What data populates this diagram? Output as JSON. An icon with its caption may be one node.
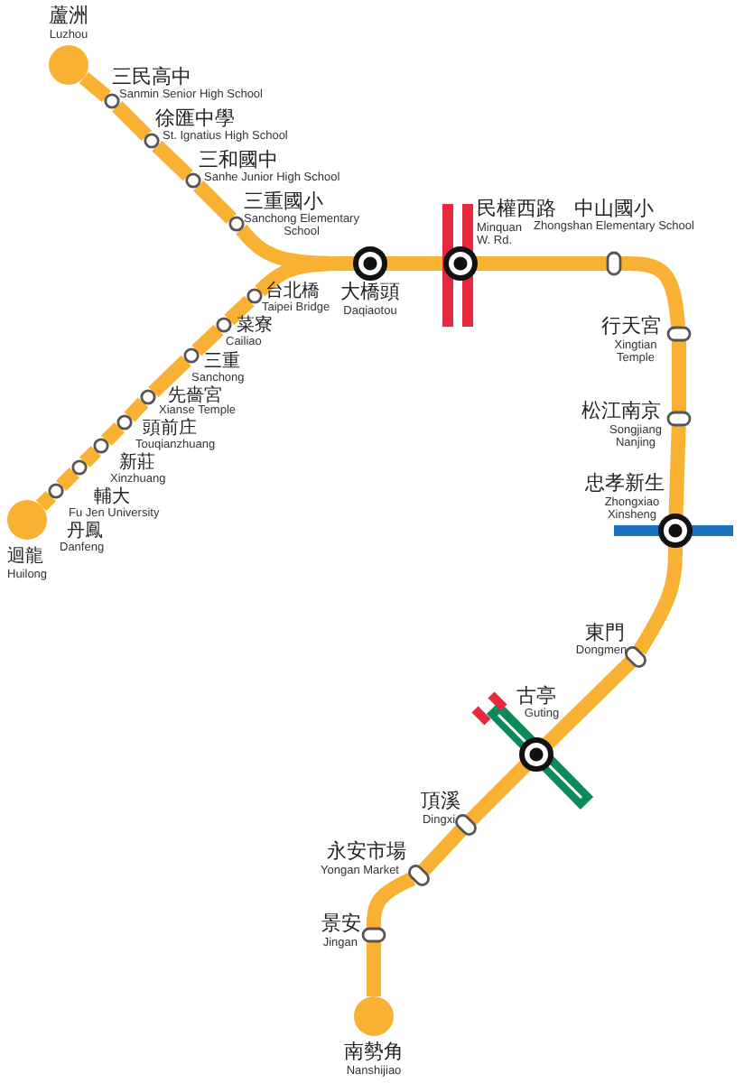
{
  "diagram": {
    "nodes": [
      {
        "text": [],
        "shape": "dot",
        "beside": [
          "蘆洲",
          "Luzhou"
        ]
      },
      {
        "text": [],
        "shape": "circle",
        "beside": [
          "三民高中",
          "Sanmin Senior High School"
        ]
      },
      {
        "text": [],
        "shape": "circle",
        "beside": [
          "徐匯中學",
          "St. Ignatius High School"
        ]
      },
      {
        "text": [],
        "shape": "circle",
        "beside": [
          "三和國中",
          "Sanhe Junior High School"
        ]
      },
      {
        "text": [],
        "shape": "circle",
        "beside": [
          "三重國小",
          "Sanchong Elementary School"
        ]
      },
      {
        "text": [],
        "shape": "ring",
        "beside": [
          "大橋頭",
          "Daqiaotou"
        ]
      },
      {
        "text": [],
        "shape": "ring",
        "beside": [
          "民權西路",
          "Minquan W. Rd."
        ]
      },
      {
        "text": [],
        "shape": "box",
        "beside": [
          "中山國小",
          "Zhongshan Elementary School"
        ]
      },
      {
        "text": [],
        "shape": "box",
        "beside": [
          "行天宮",
          "Xingtian Temple"
        ]
      },
      {
        "text": [],
        "shape": "box",
        "beside": [
          "松江南京",
          "Songjiang Nanjing"
        ]
      },
      {
        "text": [],
        "shape": "ring",
        "beside": [
          "忠孝新生",
          "Zhongxiao Xinsheng"
        ]
      },
      {
        "text": [],
        "shape": "box",
        "beside": [
          "東門",
          "Dongmen"
        ]
      },
      {
        "text": [],
        "shape": "ring",
        "beside": [
          "古亭",
          "Guting"
        ]
      },
      {
        "text": [],
        "shape": "box",
        "beside": [
          "頂溪",
          "Dingxi"
        ]
      },
      {
        "text": [],
        "shape": "box",
        "beside": [
          "永安市場",
          "Yongan Market"
        ]
      },
      {
        "text": [],
        "shape": "box",
        "beside": [
          "景安",
          "Jingan"
        ]
      },
      {
        "text": [],
        "shape": "dot",
        "beside": [
          "南勢角",
          "Nanshijiao"
        ]
      },
      {
        "text": [],
        "shape": "circle",
        "beside": [
          "台北橋",
          "Taipei Bridge"
        ]
      },
      {
        "text": [],
        "shape": "circle",
        "beside": [
          "菜寮",
          "Cailiao"
        ]
      },
      {
        "text": [],
        "shape": "circle",
        "beside": [
          "三重",
          "Sanchong"
        ]
      },
      {
        "text": [],
        "shape": "circle",
        "beside": [
          "先嗇宮",
          "Xianse Temple"
        ]
      },
      {
        "text": [],
        "shape": "circle",
        "beside": [
          "頭前庄",
          "Touqianzhuang"
        ]
      },
      {
        "text": [],
        "shape": "circle",
        "beside": [
          "新莊",
          "Xinzhuang"
        ]
      },
      {
        "text": [],
        "shape": "circle",
        "beside": [
          "輔大",
          "Fu Jen University"
        ]
      },
      {
        "text": [],
        "shape": "circle",
        "beside": [
          "丹鳳",
          "Danfeng"
        ]
      },
      {
        "text": [],
        "shape": "dot",
        "beside": [
          "迴龍",
          "Huilong"
        ]
      }
    ],
    "edges": [
      {
        "from": 0,
        "to": 1,
        "arrow": "none"
      },
      {
        "from": 1,
        "to": 2,
        "arrow": "none"
      },
      {
        "from": 2,
        "to": 3,
        "arrow": "none"
      },
      {
        "from": 3,
        "to": 4,
        "arrow": "none"
      },
      {
        "from": 4,
        "to": 5,
        "arrow": "none"
      },
      {
        "from": 5,
        "to": 6,
        "arrow": "none"
      },
      {
        "from": 6,
        "to": 7,
        "arrow": "none"
      },
      {
        "from": 7,
        "to": 8,
        "arrow": "none"
      },
      {
        "from": 8,
        "to": 9,
        "arrow": "none"
      },
      {
        "from": 9,
        "to": 10,
        "arrow": "none"
      },
      {
        "from": 10,
        "to": 11,
        "arrow": "none"
      },
      {
        "from": 11,
        "to": 12,
        "arrow": "none"
      },
      {
        "from": 12,
        "to": 13,
        "arrow": "none"
      },
      {
        "from": 13,
        "to": 14,
        "arrow": "none"
      },
      {
        "from": 14,
        "to": 15,
        "arrow": "none"
      },
      {
        "from": 15,
        "to": 16,
        "arrow": "none"
      },
      {
        "from": 5,
        "to": 17,
        "arrow": "none"
      },
      {
        "from": 17,
        "to": 18,
        "arrow": "none"
      },
      {
        "from": 18,
        "to": 19,
        "arrow": "none"
      },
      {
        "from": 19,
        "to": 20,
        "arrow": "none"
      },
      {
        "from": 20,
        "to": 21,
        "arrow": "none"
      },
      {
        "from": 21,
        "to": 22,
        "arrow": "none"
      },
      {
        "from": 22,
        "to": 23,
        "arrow": "none"
      },
      {
        "from": 23,
        "to": 24,
        "arrow": "none"
      },
      {
        "from": 24,
        "to": 25,
        "arrow": "none"
      }
    ]
  }
}
